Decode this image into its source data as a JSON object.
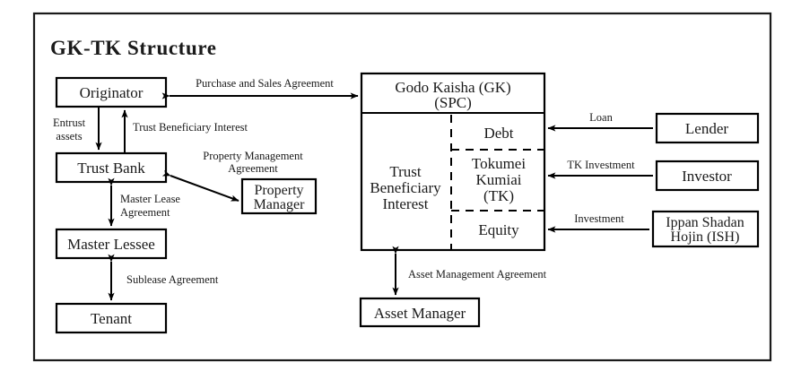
{
  "title": "GK-TK Structure",
  "nodes": {
    "originator": "Originator",
    "trust_bank": "Trust Bank",
    "master_lessee": "Master Lessee",
    "tenant": "Tenant",
    "property_manager_line1": "Property",
    "property_manager_line2": "Manager",
    "gk_line1": "Godo Kaisha (GK)",
    "gk_line2": "(SPC)",
    "tbi_line1": "Trust",
    "tbi_line2": "Beneficiary",
    "tbi_line3": "Interest",
    "debt": "Debt",
    "tk_line1": "Tokumei",
    "tk_line2": "Kumiai",
    "tk_line3": "(TK)",
    "equity": "Equity",
    "lender": "Lender",
    "investor": "Investor",
    "ish_line1": "Ippan Shadan",
    "ish_line2": "Hojin (ISH)",
    "asset_manager": "Asset Manager"
  },
  "edges": {
    "purchase_sales": "Purchase and Sales Agreement",
    "entrust_line1": "Entrust",
    "entrust_line2": "assets",
    "trust_beneficiary_interest": "Trust Beneficiary Interest",
    "property_mgmt_line1": "Property Management",
    "property_mgmt_line2": "Agreement",
    "master_lease_line1": "Master Lease",
    "master_lease_line2": "Agreement",
    "sublease": "Sublease Agreement",
    "loan": "Loan",
    "tk_investment": "TK Investment",
    "investment": "Investment",
    "asset_mgmt": "Asset Management Agreement"
  },
  "colors": {
    "stroke": "#000000",
    "frame": "#1a1a1a",
    "background": "#ffffff",
    "text": "#1a1a1a"
  }
}
